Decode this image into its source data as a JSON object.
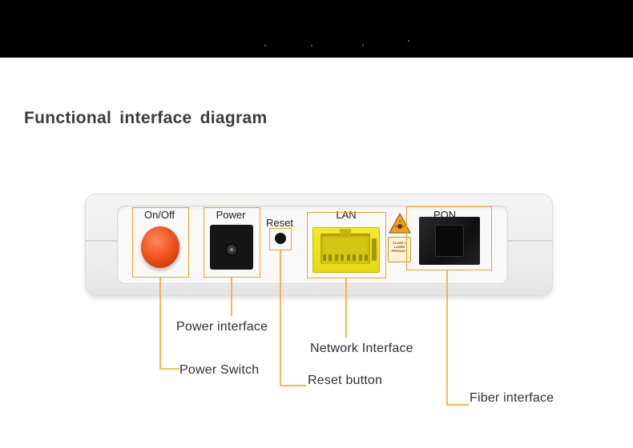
{
  "header": {
    "title": "Functional interface diagram"
  },
  "device": {
    "ports": [
      {
        "id": "on-off",
        "label": "On/Off"
      },
      {
        "id": "power",
        "label": "Power"
      },
      {
        "id": "reset",
        "label": "Reset"
      },
      {
        "id": "lan",
        "label": "LAN"
      },
      {
        "id": "pon",
        "label": "PON"
      }
    ],
    "warning_label": [
      "CLASS 1",
      "LASER",
      "PRODUCT"
    ]
  },
  "callouts": {
    "power_interface": "Power interface",
    "power_switch": "Power Switch",
    "network_interface": "Network Interface",
    "reset_button": "Reset button",
    "fiber_interface": "Fiber interface"
  },
  "colors": {
    "leader_line": "#f0a020",
    "power_button": "#ec4b14",
    "lan_port": "#f0e020",
    "top_bar": "#000000"
  }
}
